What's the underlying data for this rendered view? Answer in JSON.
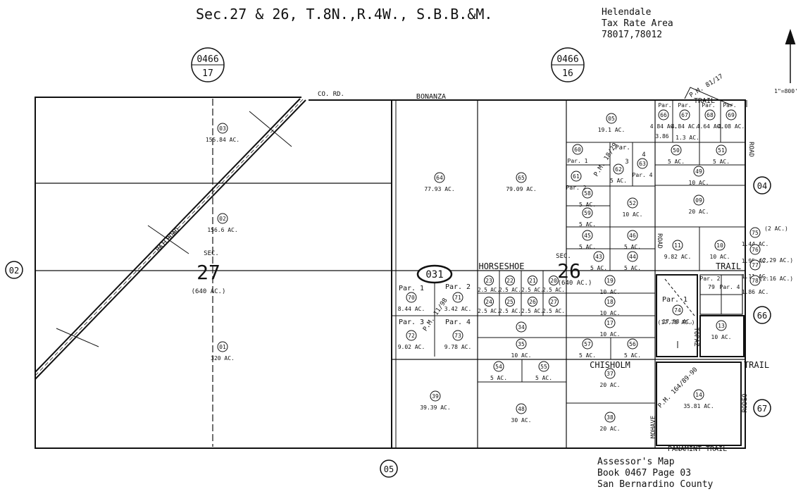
{
  "header": {
    "title": "Sec.27 & 26, T.8N.,R.4W., S.B.B.&M.",
    "area_lines": [
      "Helendale",
      "Tax Rate Area",
      "78017,78012"
    ],
    "scale": "1\"=800'"
  },
  "footer": {
    "lines": [
      "Assessor's Map",
      "Book 0467 Page 03",
      "San Bernardino County"
    ]
  },
  "page_refs": [
    {
      "top": "0466",
      "bottom": "17"
    },
    {
      "top": "0466",
      "bottom": "16"
    }
  ],
  "side_refs": [
    "02",
    "04",
    "66",
    "67",
    "05"
  ],
  "block_ref": "031",
  "sections": [
    {
      "number": "27",
      "label": "SEC.",
      "area": "(640 AC.)"
    },
    {
      "number": "26",
      "label": "SEC.",
      "area": "(640 AC.)"
    }
  ],
  "roads": {
    "bonanza": "BONANZA",
    "co_rd": "CO. RD.",
    "horseshoe": "HORSESHOE",
    "chisholm": "CHISHOLM",
    "trail_top": "TRAIL",
    "trail_mid": "TRAIL",
    "trail_lower": "TRAIL",
    "panamint": "PANAMINT TRAIL",
    "road_right": "ROAD",
    "road_mid": "ROAD",
    "rodeo": "RODEO",
    "mohave": "MOHAVE",
    "topaz": "TOPAZ",
    "railroad": "RAILROAD"
  },
  "pm_labels": [
    "P.M. 81/17",
    "P.M. 18/29",
    "P.M. 11/98",
    "P.M. 164/89-90"
  ],
  "parcels": [
    {
      "num": "03",
      "area": "155.84 AC."
    },
    {
      "num": "02",
      "area": "156.6 AC."
    },
    {
      "num": "01",
      "area": "320 AC."
    },
    {
      "num": "64",
      "area": "77.93 AC."
    },
    {
      "num": "65",
      "area": "79.09 AC."
    },
    {
      "num": "05",
      "area": "19.1 AC."
    },
    {
      "num": "66",
      "area": "4.84 AC."
    },
    {
      "num": "67",
      "area": "4.84 AC."
    },
    {
      "num": "68",
      "area": "4.64 AC."
    },
    {
      "num": "69",
      "area": "4.08 AC."
    },
    {
      "num": "60",
      "area": "Par. 1"
    },
    {
      "num": "61",
      "area": "Par. 2"
    },
    {
      "num": "62",
      "area": "5 AC."
    },
    {
      "num": "63",
      "area": "Par. 4"
    },
    {
      "num": "50",
      "area": "5 AC."
    },
    {
      "num": "51",
      "area": "5 AC."
    },
    {
      "num": "49",
      "area": "10 AC."
    },
    {
      "num": "58",
      "area": "5 AC."
    },
    {
      "num": "59",
      "area": "5 AC."
    },
    {
      "num": "52",
      "area": "10 AC."
    },
    {
      "num": "09",
      "area": "20 AC."
    },
    {
      "num": "45",
      "area": "5 AC."
    },
    {
      "num": "46",
      "area": "5 AC."
    },
    {
      "num": "43",
      "area": "5 AC."
    },
    {
      "num": "44",
      "area": "5 AC."
    },
    {
      "num": "11",
      "area": "9.82 AC."
    },
    {
      "num": "10",
      "area": "10 AC."
    },
    {
      "num": "70",
      "area": "8.44 AC."
    },
    {
      "num": "71",
      "area": "3.42 AC."
    },
    {
      "num": "72",
      "area": "9.02 AC."
    },
    {
      "num": "73",
      "area": "9.78 AC."
    },
    {
      "num": "19",
      "area": "10 AC."
    },
    {
      "num": "18",
      "area": "10 AC."
    },
    {
      "num": "17",
      "area": "10 AC."
    },
    {
      "num": "34",
      "area": ""
    },
    {
      "num": "35",
      "area": "10 AC."
    },
    {
      "num": "57",
      "area": "5 AC."
    },
    {
      "num": "56",
      "area": "5 AC."
    },
    {
      "num": "54",
      "area": "5 AC."
    },
    {
      "num": "55",
      "area": "5 AC."
    },
    {
      "num": "39",
      "area": "39.39 AC."
    },
    {
      "num": "48",
      "area": "30 AC."
    },
    {
      "num": "37",
      "area": "20 AC."
    },
    {
      "num": "38",
      "area": "20 AC."
    },
    {
      "num": "74",
      "area": "17.38 AC."
    },
    {
      "num": "13",
      "area": "10 AC."
    },
    {
      "num": "14",
      "area": "35.81 AC."
    },
    {
      "num": "75",
      "area": "1.44 AC."
    },
    {
      "num": "76",
      "area": "1.95 AC."
    },
    {
      "num": "77",
      "area": "1.11 AC."
    },
    {
      "num": "78",
      "area": "1.86 AC."
    }
  ],
  "small_lots": [
    "23",
    "22",
    "21",
    "20",
    "24",
    "25",
    "26",
    "27"
  ],
  "small_lot_area": "2.5 AC.",
  "par_labels": {
    "p1": "Par. 1",
    "p2": "Par. 2",
    "p3": "Par. 3",
    "p4": "Par. 4",
    "p74": "Par. 1",
    "p79": "Par. 2",
    "n79": "79",
    "pc1": "Par.",
    "pc2": "Par.",
    "pc3": "Par.",
    "pc4": "Par.",
    "pn": "Par.",
    "p3b": "3",
    "p4b": "4",
    "p4c": "Par. 4"
  },
  "extra_areas": {
    "a66b": "3.86",
    "a67b": "1.3 AC.",
    "a74b": "(17.78 AC.)",
    "a75": "(2 AC.)",
    "a77": "(2.29 AC.)",
    "a78": "(2.16 AC.)",
    "pnote": "(640 AC.)"
  }
}
